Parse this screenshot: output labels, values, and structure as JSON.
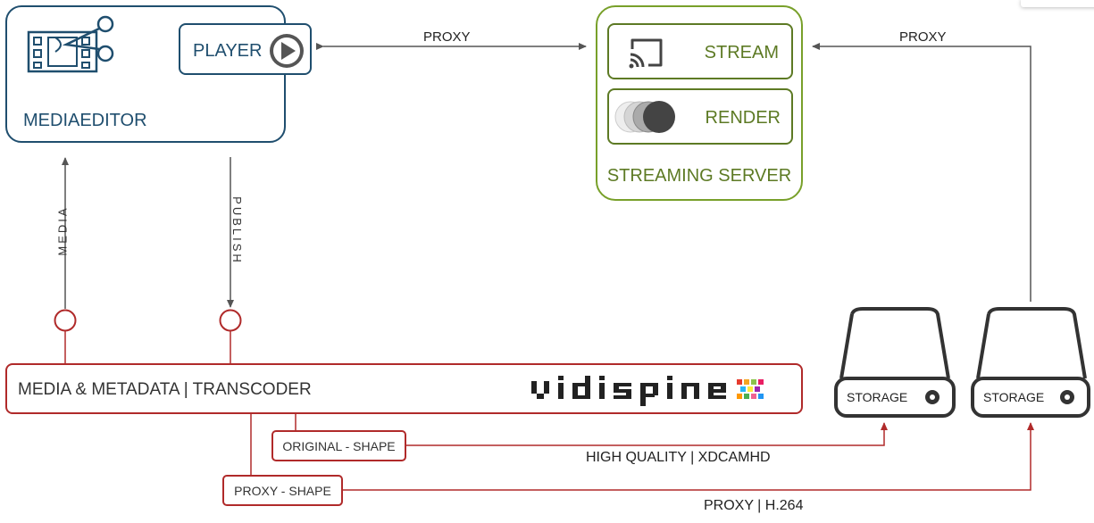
{
  "mediaeditor": {
    "label": "MEDIAEDITOR",
    "player_label": "PLAYER"
  },
  "streaming_server": {
    "label": "STREAMING SERVER",
    "stream_label": "STREAM",
    "render_label": "RENDER"
  },
  "connections": {
    "proxy_top_left": "PROXY",
    "proxy_top_right": "PROXY",
    "media": "MEDIA",
    "publish": "PUBLISH",
    "high_quality": "HIGH QUALITY | XDCAMHD",
    "proxy_h264": "PROXY | H.264"
  },
  "transcoder": {
    "label": "MEDIA & METADATA | TRANSCODER",
    "logo_text": "vidispine"
  },
  "shapes": {
    "original": "ORIGINAL - SHAPE",
    "proxy": "PROXY - SHAPE"
  },
  "storage": [
    {
      "label": "STORAGE"
    },
    {
      "label": "STORAGE"
    }
  ],
  "icons": {
    "mediaeditor": "film-editor-icon",
    "player": "play-icon",
    "stream": "cast-icon",
    "render": "render-circles-icon",
    "storage": "hard-drive-icon"
  },
  "colors": {
    "mediaeditor": "#1f4e6e",
    "streaming": "#78a02a",
    "transcoder": "#b02a2a",
    "arrows": "#555555"
  }
}
